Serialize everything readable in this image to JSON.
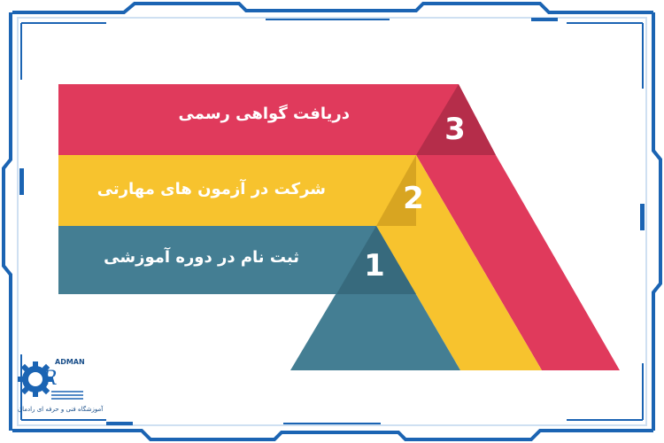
{
  "steps": [
    {
      "number": "1",
      "label": "ثبت نام در دوره آموزشی",
      "color": "#447e93"
    },
    {
      "number": "2",
      "label": "شرکت در آزمون های مهارتی",
      "color": "#f7c32e"
    },
    {
      "number": "3",
      "label": "دریافت گواهی رسمی",
      "color": "#e03a5c"
    }
  ],
  "logo": {
    "brand": "ADMAN",
    "subtitle": "آموزشگاه فنی و حرفه ای رادمان"
  },
  "colors": {
    "frame": "#1b64b3",
    "frame_light": "#cfe0f2",
    "shade_teal": "#376a7d",
    "shade_yellow": "#d8a521",
    "shade_red": "#b52d4a"
  }
}
